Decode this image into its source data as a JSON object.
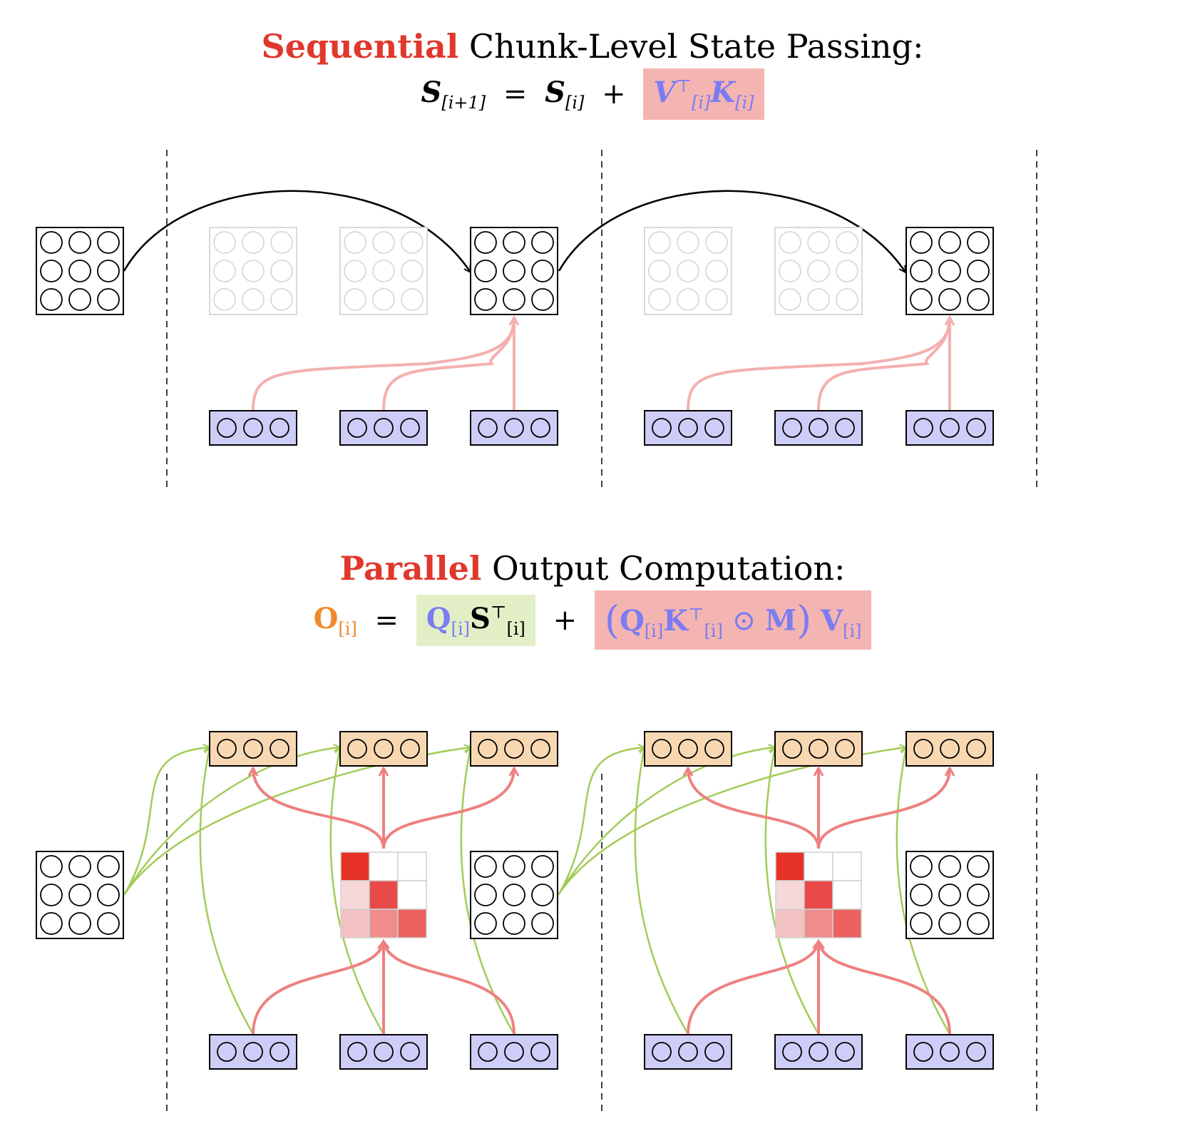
{
  "top": {
    "title_highlight": "Sequential",
    "title_rest": " Chunk-Level State Passing:",
    "eq_lhs": "S",
    "eq_lhs_sub": "[i+1]",
    "eq_equals": "=",
    "eq_s": "S",
    "eq_s_sub": "[i]",
    "eq_plus": "+",
    "eq_v": "V",
    "eq_v_sup": "⊤",
    "eq_v_sub": "[i]",
    "eq_k": "K",
    "eq_k_sub": "[i]"
  },
  "bottom": {
    "title_highlight": "Parallel",
    "title_rest": " Output Computation:",
    "eq_o": "O",
    "eq_o_sub": "[i]",
    "eq_equals": "=",
    "eq_q": "Q",
    "eq_q_sub": "[i]",
    "eq_s": "S",
    "eq_s_sup": "⊤",
    "eq_s_sub": "[i]",
    "eq_plus": "+",
    "eq_paren_open": "(",
    "eq_q2": "Q",
    "eq_q2_sub": "[i]",
    "eq_k": "K",
    "eq_k_sup": "⊤",
    "eq_k_sub": "[i]",
    "eq_odot": "⊙",
    "eq_m": "M",
    "eq_paren_close": ")",
    "eq_v": "V",
    "eq_v_sub": "[i]"
  },
  "colors": {
    "highlight_red": "#e0382c",
    "eq_box_red": "#f4b4b2",
    "eq_box_green": "#e2efc6",
    "blue_text": "#7b7cf2",
    "orange_text": "#ef8a2e",
    "key_vector_fill": "#cdcdf7",
    "output_vector_fill": "#f8d8b2",
    "pink_arrow": "#f3b0b0",
    "red_arrow": "#ee8080",
    "green_arrow": "#a2cc58",
    "mask_cells": [
      "#e63226",
      "#ffffff",
      "#ffffff",
      "#f6d8d8",
      "#e84a4a",
      "#ffffff",
      "#f3c1c1",
      "#ef8d8d",
      "#ec6060"
    ]
  }
}
